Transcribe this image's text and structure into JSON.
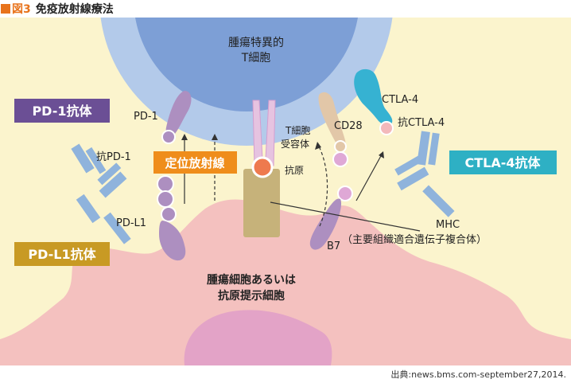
{
  "header": {
    "figure_label": "図3",
    "title": "免疫放射線療法"
  },
  "labels": {
    "t_cell": [
      "腫瘍特異的",
      "T細胞"
    ],
    "pd1": "PD-1",
    "pdl1": "PD-L1",
    "anti_pd1": "抗PD-1",
    "ctla4": "CTLA-4",
    "anti_ctla4": "抗CTLA-4",
    "cd28": "CD28",
    "tcr": [
      "T細胞",
      "受容体"
    ],
    "antigen": "抗原",
    "b7": "B7",
    "mhc": [
      "MHC",
      "（主要組織適合遺伝子複合体）"
    ],
    "tumor": [
      "腫瘍細胞あるいは",
      "抗原提示細胞"
    ]
  },
  "boxes": {
    "pd1_antibody": "PD-1抗体",
    "pdl1_antibody": "PD-L1抗体",
    "ctla4_antibody": "CTLA-4抗体",
    "radiation": "定位放射線"
  },
  "source": "出典:news.bms.com-september27,2014.",
  "colors": {
    "accent_orange": "#e8731c",
    "background": "#fbf4cd",
    "t_cell_outer": "#b3caea",
    "t_cell_inner": "#7d9fd6",
    "tumor": "#f4c1bf",
    "pd1_box": "#6b4f95",
    "pdl1_box": "#c89a24",
    "ctla4_box": "#2eb0c4",
    "radiation_box": "#ef8d1b",
    "antibody": "#8fb3dc",
    "receptor": "#ad8fc0",
    "ctla4": "#36b2d2"
  }
}
